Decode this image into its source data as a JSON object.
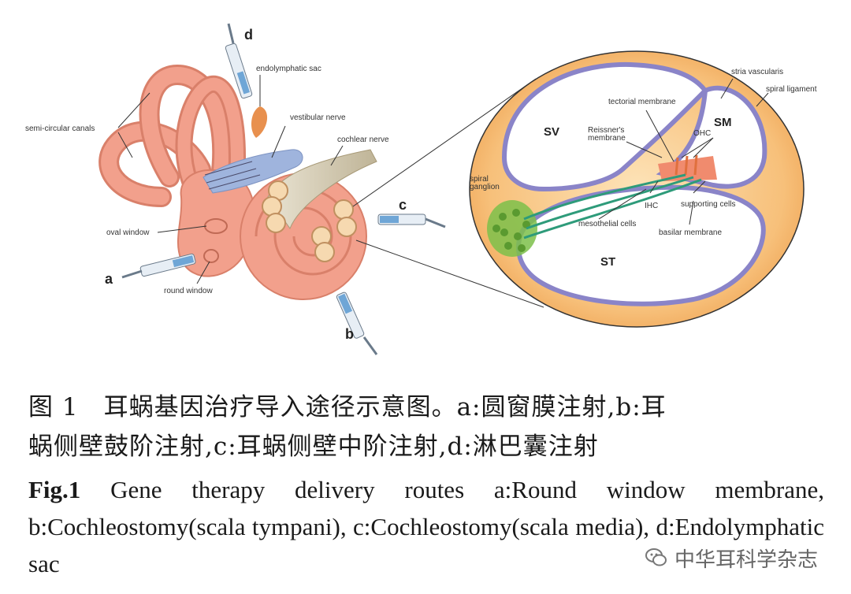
{
  "figure": {
    "labels": {
      "semi_circular_canals": "semi-circular canals",
      "endolymphatic_sac": "endolymphatic sac",
      "vestibular_nerve": "vestibular nerve",
      "cochlear_nerve": "cochlear nerve",
      "oval_window": "oval window",
      "round_window": "round window",
      "stria_vascularis": "stria vascularis",
      "spiral_ligament": "spiral ligament",
      "tectorial_membrane": "tectorial membrane",
      "reissners_membrane_1": "Reissner's",
      "reissners_membrane_2": "membrane",
      "ohc": "OHC",
      "ihc": "IHC",
      "supporting_cells": "supporting cells",
      "spiral_ganglion_1": "spiral",
      "spiral_ganglion_2": "ganglion",
      "mesothelial_cells": "mesothelial cells",
      "basilar_membrane": "basilar membrane",
      "sv": "SV",
      "sm": "SM",
      "st": "ST"
    },
    "routes": {
      "a": "a",
      "b": "b",
      "c": "c",
      "d": "d"
    },
    "colors": {
      "labyrinth": "#f2a08c",
      "labyrinth_edge": "#d9806a",
      "nerve": "#9fb4dd",
      "syringe_fluid": "#6fa6d6",
      "sac": "#e8904e",
      "bone": "#f7c07a",
      "bone_light": "#fbd9a6",
      "membrane": "#8a84c8",
      "ganglion": "#7cc04a",
      "nerve_fiber": "#2e9b7a",
      "organ": "#f08b6e"
    }
  },
  "caption_cn": {
    "line1": "图 1　耳蜗基因治疗导入途径示意图。a:圆窗膜注射,b:耳",
    "line2": "蜗侧壁鼓阶注射,c:耳蜗侧壁中阶注射,d:淋巴囊注射"
  },
  "caption_en": {
    "fig_label": "Fig.1",
    "text": " Gene therapy delivery routes  a:Round window membrane, b:Cochleostomy(scala tympani), c:Cochleostomy(scala media), d:Endolymphatic sac"
  },
  "watermark": {
    "text": "中华耳科学杂志",
    "icon": "wechat-icon"
  }
}
